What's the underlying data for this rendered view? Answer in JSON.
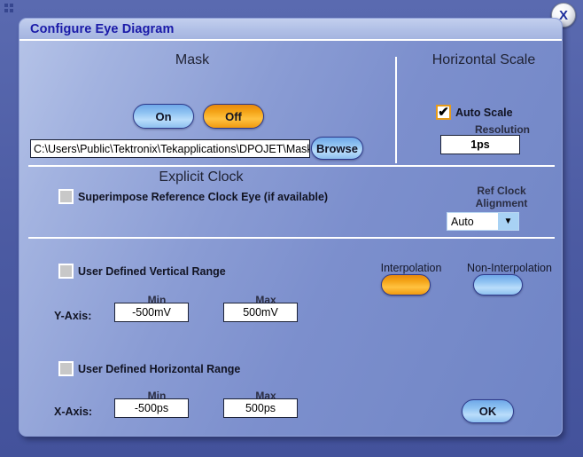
{
  "window": {
    "close_label": "X"
  },
  "dialog": {
    "title": "Configure Eye Diagram"
  },
  "mask": {
    "heading": "Mask",
    "on_label": "On",
    "off_label": "Off",
    "path_value": "C:\\Users\\Public\\Tektronix\\Tekapplications\\DPOJET\\Masks\\P",
    "browse_label": "Browse"
  },
  "horizontal_scale": {
    "heading": "Horizontal Scale",
    "auto_scale_label": "Auto Scale",
    "auto_scale_checked": "✔",
    "resolution_label": "Resolution",
    "resolution_value": "1ps"
  },
  "explicit_clock": {
    "heading": "Explicit Clock",
    "superimpose_label": "Superimpose Reference Clock Eye (if available)",
    "ref_clock_line1": "Ref Clock",
    "ref_clock_line2": "Alignment",
    "ref_clock_value": "Auto",
    "ref_clock_arrow": "▼"
  },
  "vertical_range": {
    "checkbox_label": "User Defined Vertical Range",
    "axis_label": "Y-Axis:",
    "min_label": "Min",
    "max_label": "Max",
    "min_value": "-500mV",
    "max_value": "500mV"
  },
  "interpolation": {
    "interp_label": "Interpolation",
    "non_interp_label": "Non-Interpolation"
  },
  "horizontal_range": {
    "checkbox_label": "User Defined Horizontal Range",
    "axis_label": "X-Axis:",
    "min_label": "Min",
    "max_label": "Max",
    "min_value": "-500ps",
    "max_value": "500ps"
  },
  "footer": {
    "ok_label": "OK"
  },
  "colors": {
    "accent_orange": "#f4a417",
    "accent_blue": "#8fc3f2",
    "title_text": "#1a1aa8",
    "dialog_bg": "#8a9cd4"
  }
}
